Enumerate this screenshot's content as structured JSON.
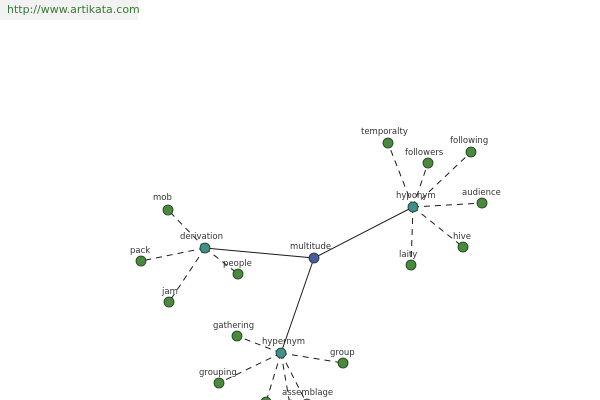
{
  "header": {
    "url": "http://www.artikata.com"
  },
  "colors": {
    "center": "#4a5aa0",
    "relation": "#3f8f8a",
    "leaf": "#4a8a3c",
    "stroke": "#1f3a1f"
  },
  "graph": {
    "center": {
      "id": "multitude",
      "label": "multitude"
    },
    "relations": [
      {
        "id": "derivation",
        "label": "derivation",
        "leaves": [
          {
            "id": "mob",
            "label": "mob"
          },
          {
            "id": "pack",
            "label": "pack"
          },
          {
            "id": "people",
            "label": "people"
          },
          {
            "id": "jam",
            "label": "jam"
          }
        ]
      },
      {
        "id": "hyponym",
        "label": "hyponym",
        "leaves": [
          {
            "id": "temporalty",
            "label": "temporalty"
          },
          {
            "id": "followers",
            "label": "followers"
          },
          {
            "id": "following",
            "label": "following"
          },
          {
            "id": "audience",
            "label": "audience"
          },
          {
            "id": "hive",
            "label": "hive"
          },
          {
            "id": "laity",
            "label": "laity"
          }
        ]
      },
      {
        "id": "hypernym",
        "label": "hypernym",
        "leaves": [
          {
            "id": "gathering",
            "label": "gathering"
          },
          {
            "id": "group",
            "label": "group"
          },
          {
            "id": "grouping",
            "label": "grouping"
          },
          {
            "id": "assemblage",
            "label": "assemblage"
          },
          {
            "id": "edge-a",
            "label": ""
          },
          {
            "id": "edge-b",
            "label": ""
          }
        ]
      }
    ]
  }
}
